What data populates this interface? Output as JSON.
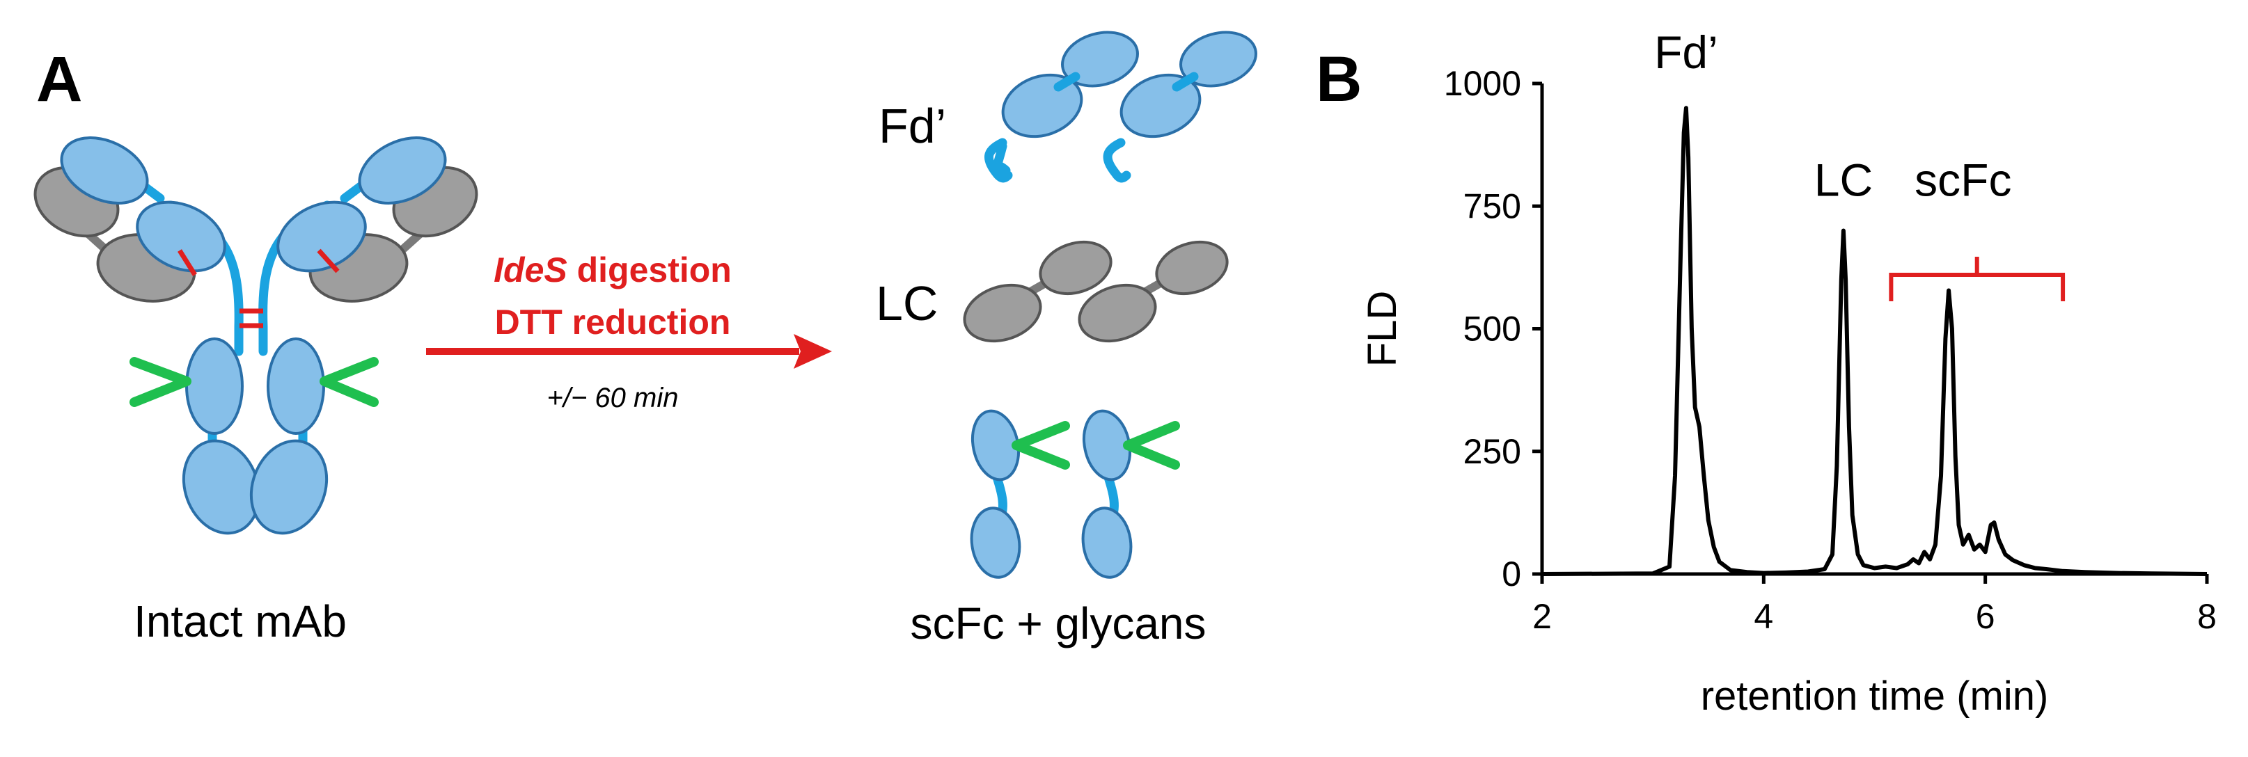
{
  "panel_a": {
    "label": "A",
    "intact_label": "Intact mAb",
    "arrow": {
      "enzyme": "IdeS",
      "digestion": " digestion",
      "reduction": "DTT reduction",
      "time": "+/− 60 min"
    },
    "products": {
      "fd_label": "Fd’",
      "lc_label": "LC",
      "scfc_label": "scFc + glycans"
    },
    "colors": {
      "heavy_chain": "#86bfe9",
      "light_chain": "#9e9e9e",
      "glycan": "#1fbf4f",
      "highlight": "#e01f1f"
    }
  },
  "panel_b": {
    "label": "B",
    "chart_data": {
      "type": "line",
      "xlabel": "retention time (min)",
      "ylabel": "FLD",
      "xlim": [
        2,
        8
      ],
      "ylim": [
        0,
        1000
      ],
      "xticks": [
        "2",
        "4",
        "6",
        "8"
      ],
      "yticks": [
        "0",
        "250",
        "500",
        "750",
        "1000"
      ],
      "grid": false,
      "annotations": [
        {
          "text": "Fd’",
          "x": 3.3,
          "y": 1000
        },
        {
          "text": "LC",
          "x": 4.72,
          "y": 740
        },
        {
          "text": "scFc",
          "x": 5.8,
          "y": 740
        }
      ],
      "bracket": {
        "x_start": 5.15,
        "x_end": 6.7,
        "y": 610,
        "color": "#e01f1f"
      },
      "series": [
        {
          "color": "#000000",
          "x": [
            2.0,
            3.0,
            3.15,
            3.2,
            3.25,
            3.28,
            3.3,
            3.32,
            3.35,
            3.38,
            3.42,
            3.46,
            3.5,
            3.55,
            3.6,
            3.7,
            3.85,
            4.0,
            4.2,
            4.4,
            4.55,
            4.62,
            4.66,
            4.7,
            4.72,
            4.74,
            4.77,
            4.8,
            4.85,
            4.9,
            5.0,
            5.1,
            5.2,
            5.3,
            5.35,
            5.4,
            5.45,
            5.5,
            5.55,
            5.6,
            5.64,
            5.67,
            5.7,
            5.73,
            5.76,
            5.8,
            5.85,
            5.9,
            5.95,
            6.0,
            6.05,
            6.08,
            6.12,
            6.18,
            6.25,
            6.35,
            6.45,
            6.55,
            6.7,
            6.9,
            7.2,
            7.5,
            8.0
          ],
          "y": [
            0,
            1,
            15,
            200,
            650,
            900,
            950,
            850,
            500,
            340,
            300,
            200,
            110,
            55,
            25,
            8,
            4,
            2,
            3,
            5,
            10,
            40,
            220,
            600,
            700,
            600,
            300,
            120,
            40,
            18,
            12,
            15,
            12,
            20,
            30,
            22,
            45,
            30,
            60,
            200,
            480,
            578,
            500,
            240,
            100,
            60,
            80,
            50,
            60,
            45,
            100,
            105,
            70,
            40,
            28,
            18,
            12,
            10,
            6,
            4,
            2,
            1,
            0
          ]
        }
      ]
    }
  }
}
